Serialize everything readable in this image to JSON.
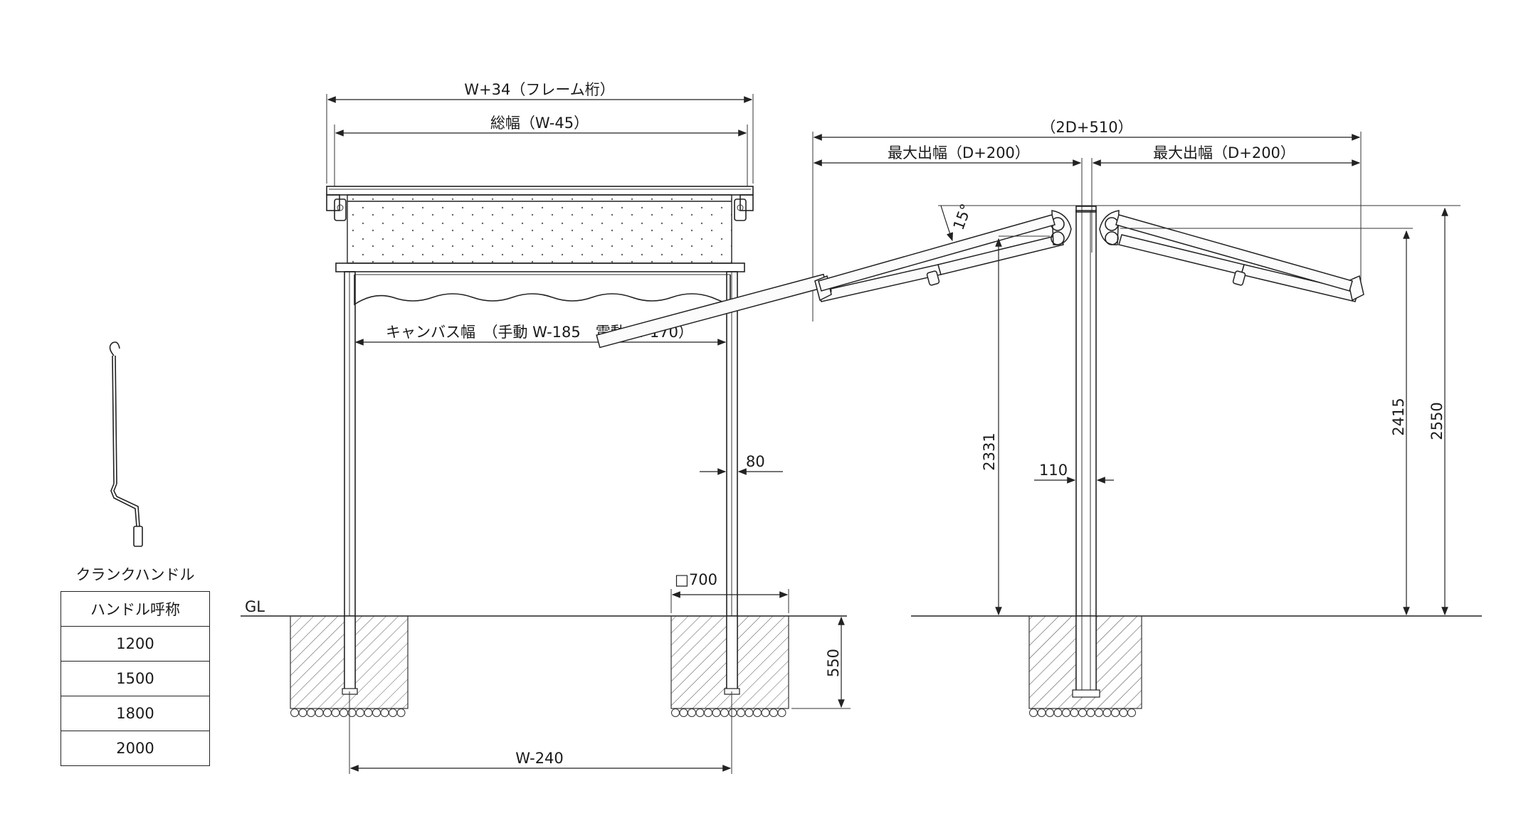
{
  "front_view": {
    "dim_frame_width": "W+34（フレーム桁）",
    "dim_total_width": "総幅（W-45）",
    "dim_canvas_width": "キャンバス幅　（手動 W-185　電動 W-170）",
    "dim_post": "80",
    "dim_footing": "□700",
    "dim_depth": "550",
    "dim_post_spacing": "W-240",
    "ground_label": "GL"
  },
  "side_view": {
    "dim_overall": "（2D+510）",
    "dim_left_projection": "最大出幅（D+200）",
    "dim_right_projection": "最大出幅（D+200）",
    "dim_angle": "15°",
    "dim_height_2331": "2331",
    "dim_post_width": "110",
    "dim_height_2415": "2415",
    "dim_height_2550": "2550"
  },
  "crank": {
    "label": "クランクハンドル",
    "table_header": "ハンドル呼称",
    "sizes": [
      "1200",
      "1500",
      "1800",
      "2000"
    ]
  }
}
